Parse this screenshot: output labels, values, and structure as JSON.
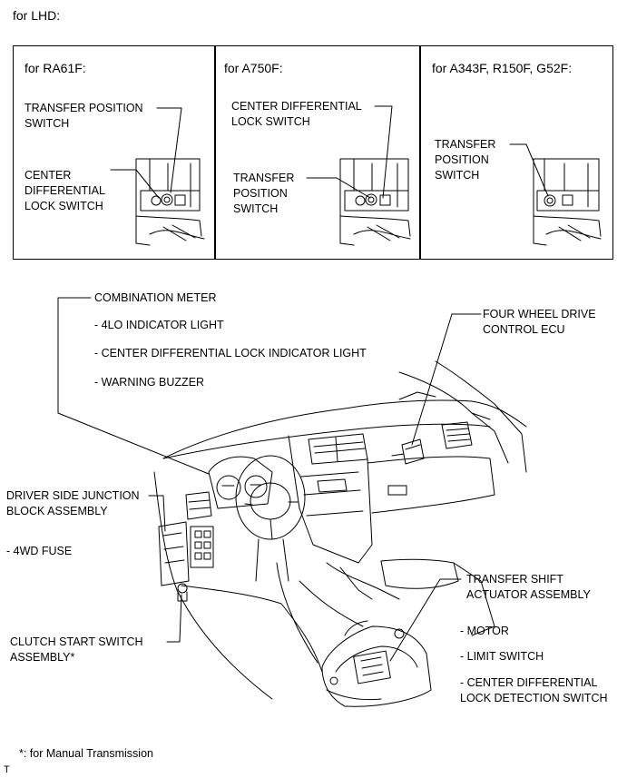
{
  "header": {
    "title": "for LHD:"
  },
  "panels": [
    {
      "title": "for RA61F:",
      "labels": {
        "transfer_position_switch": "TRANSFER POSITION\nSWITCH",
        "center_diff_lock_switch": "CENTER\nDIFFERENTIAL\nLOCK SWITCH"
      }
    },
    {
      "title": "for A750F:",
      "labels": {
        "center_diff_lock_switch": "CENTER DIFFERENTIAL\nLOCK SWITCH",
        "transfer_position_switch": "TRANSFER\nPOSITION\nSWITCH"
      }
    },
    {
      "title": "for A343F, R150F, G52F:",
      "labels": {
        "transfer_position_switch": "TRANSFER\nPOSITION\nSWITCH"
      }
    }
  ],
  "main": {
    "combination_meter": {
      "title": "COMBINATION METER",
      "items": [
        "- 4LO INDICATOR LIGHT",
        "- CENTER DIFFERENTIAL LOCK INDICATOR LIGHT",
        "- WARNING BUZZER"
      ]
    },
    "four_wheel_drive_ecu": "FOUR WHEEL DRIVE\nCONTROL ECU",
    "driver_side_junction_block": {
      "title": "DRIVER SIDE JUNCTION\nBLOCK ASSEMBLY",
      "items": [
        "- 4WD FUSE"
      ]
    },
    "clutch_start_switch": "CLUTCH START SWITCH\nASSEMBLY*",
    "transfer_shift_actuator": {
      "title": "TRANSFER SHIFT\nACTUATOR ASSEMBLY",
      "items": [
        "- MOTOR",
        "- LIMIT SWITCH",
        "- CENTER DIFFERENTIAL\nLOCK DETECTION SWITCH"
      ]
    }
  },
  "footnote": "*: for Manual Transmission",
  "corner_mark": "T"
}
